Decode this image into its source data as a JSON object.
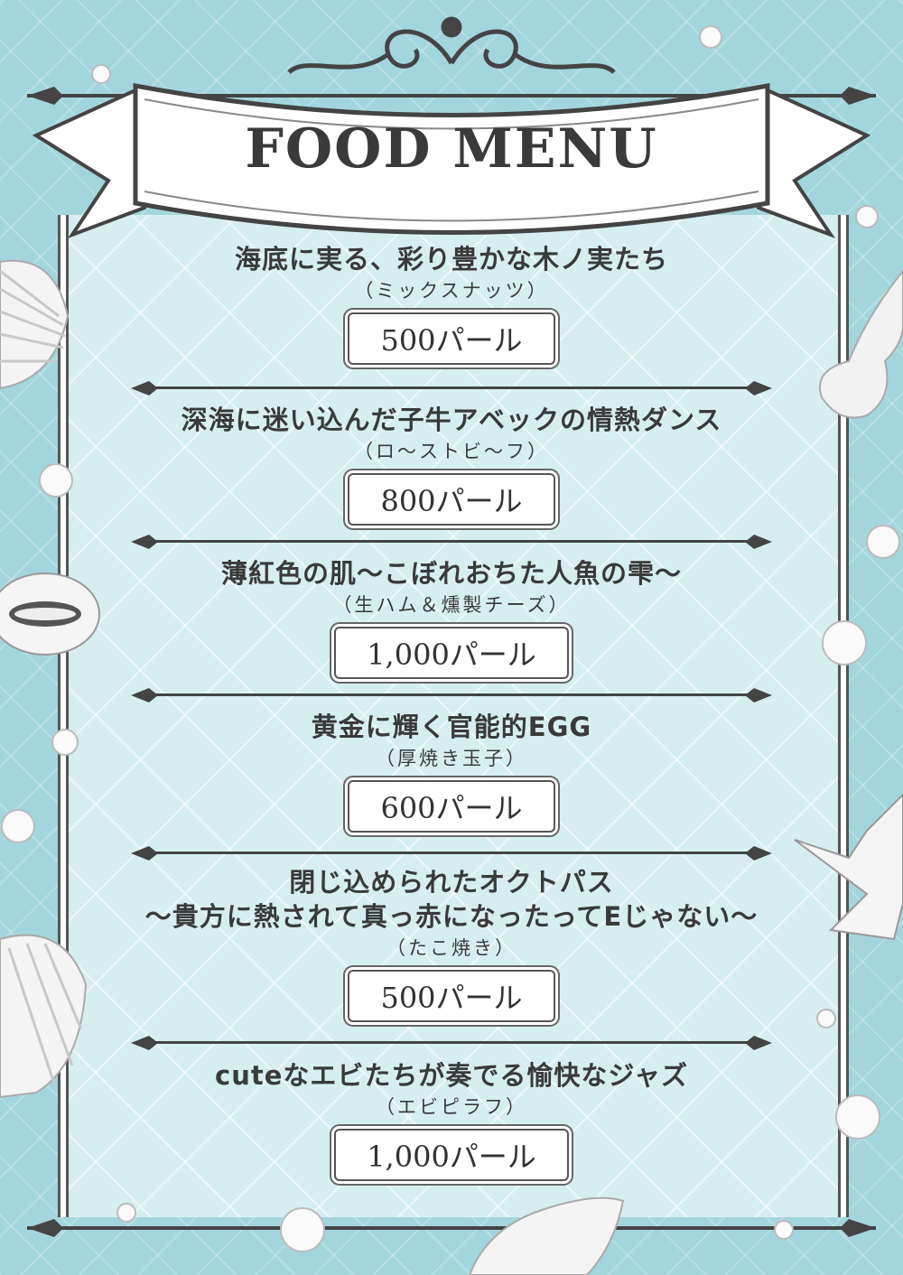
{
  "header": {
    "title": "FOOD MENU"
  },
  "menu": {
    "items": [
      {
        "title": "海底に実る、彩り豊かな木ノ実たち",
        "subtitle": "（ミックスナッツ）",
        "price": "500パール"
      },
      {
        "title": "深海に迷い込んだ子牛アベックの情熱ダンス",
        "subtitle": "（ロ～ストビ～フ）",
        "price": "800パール"
      },
      {
        "title": "薄紅色の肌～こぼれおちた人魚の雫～",
        "subtitle": "（生ハム＆燻製チーズ）",
        "price": "1,000パール"
      },
      {
        "title": "黄金に輝く官能的EGG",
        "subtitle": "（厚焼き玉子）",
        "price": "600パール"
      },
      {
        "title": "閉じ込められたオクトパス",
        "title2": "～貴方に熱されて真っ赤になったってEじゃない～",
        "subtitle": "（たこ焼き）",
        "price": "500パール"
      },
      {
        "title": "cuteなエビたちが奏でる愉快なジャズ",
        "subtitle": "（エビピラフ）",
        "price": "1,000パール"
      }
    ]
  },
  "colors": {
    "background": "#a3d6dc",
    "panel": "#d7eef1",
    "ink": "#3a3a3a"
  },
  "icons": [
    "scallop-shell-icon",
    "cowrie-shell-icon",
    "coral-icon",
    "starfish-icon",
    "conch-shell-icon",
    "pearl-icon"
  ]
}
